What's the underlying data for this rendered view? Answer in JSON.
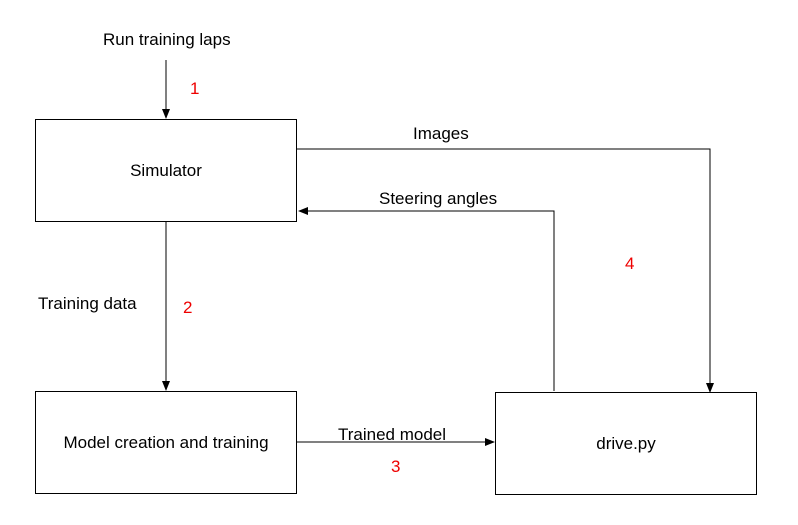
{
  "nodes": {
    "simulator": "Simulator",
    "model": "Model creation and training",
    "drive": "drive.py"
  },
  "edges": {
    "run_laps": "Run training laps",
    "images": "Images",
    "steering": "Steering angles",
    "training_data": "Training data",
    "trained_model": "Trained model"
  },
  "steps": [
    "1",
    "2",
    "3",
    "4"
  ],
  "colors": {
    "line": "#000000",
    "step_number": "#ee0000"
  }
}
